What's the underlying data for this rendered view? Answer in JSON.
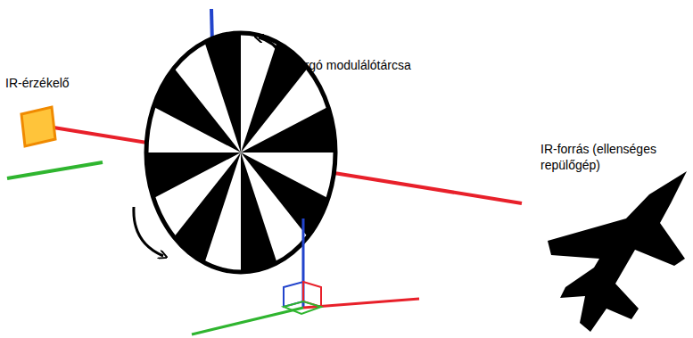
{
  "diagram": {
    "labels": [
      "IR-érzékelő",
      "forgó modulálótárcsa",
      "IR-forrás (ellenséges repülőgép)"
    ]
  }
}
